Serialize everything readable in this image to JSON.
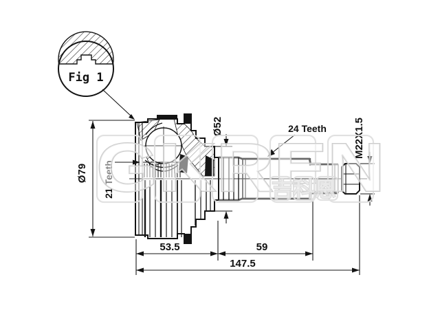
{
  "figure": {
    "detail_label": "Fig 1"
  },
  "dimensions": {
    "outer_diameter": "Ø79",
    "inner_spline_teeth": "21 Teeth",
    "boot_seat_diameter": "Ø52",
    "outer_spline_teeth": "24 Teeth",
    "thread_spec": "M22X1.5",
    "body_length": "53.5",
    "shaft_length": "59",
    "overall_length": "147.5"
  },
  "watermark": {
    "brand": "GKREN",
    "cjk": "吉科恩"
  },
  "colors": {
    "line": "#141414",
    "shaft_line": "#6a6a6a",
    "watermark": "#c6c6c6",
    "background": "#ffffff"
  }
}
